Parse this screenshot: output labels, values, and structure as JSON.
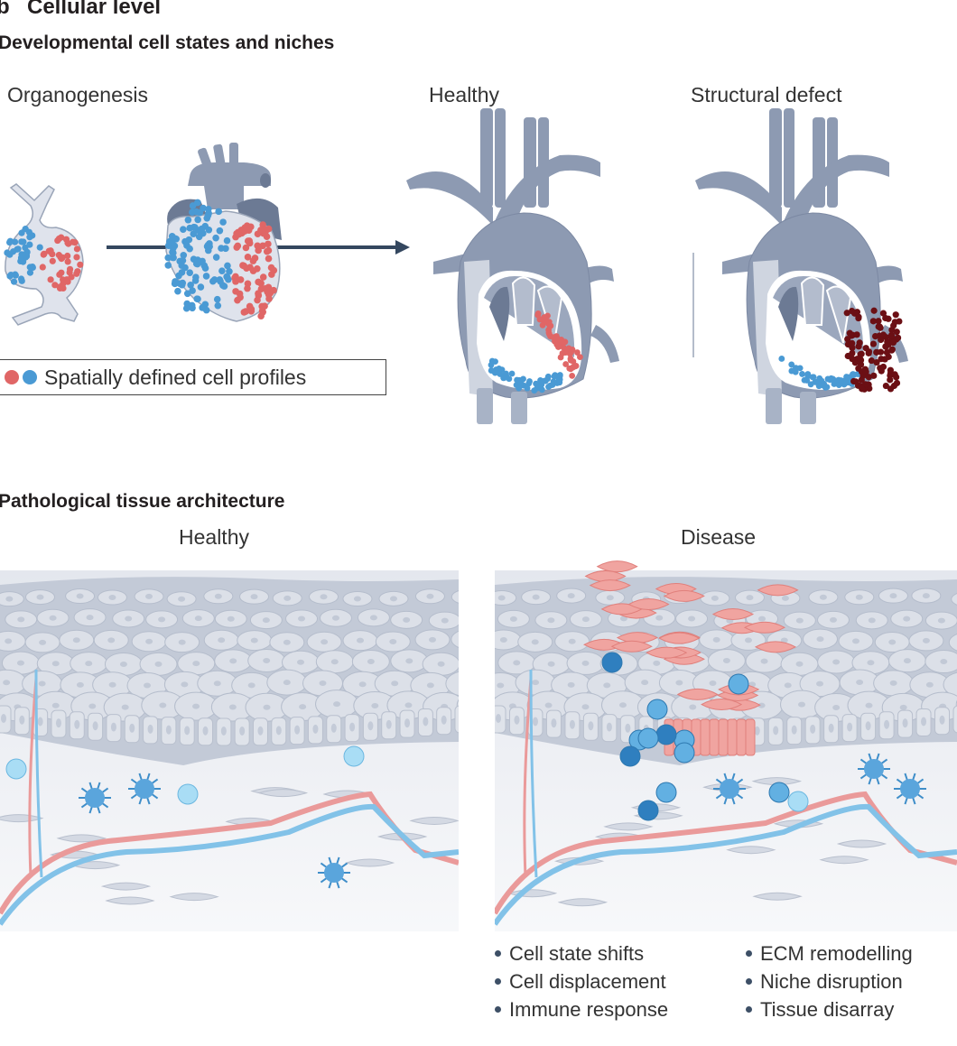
{
  "panel": {
    "letter": "b",
    "title": "Cellular level"
  },
  "section1": {
    "title": "Developmental cell states and niches",
    "stages": {
      "organogenesis": "Organogenesis",
      "healthy": "Healthy",
      "structural_defect": "Structural defect"
    },
    "legend": {
      "label": "Spatially defined cell profiles",
      "colors": [
        "#e06666",
        "#4a9ad4"
      ]
    }
  },
  "section2": {
    "title": "Pathological tissue architecture",
    "healthy_label": "Healthy",
    "disease_label": "Disease",
    "disease_features": {
      "column1": [
        "Cell state shifts",
        "Cell displacement",
        "Immune response"
      ],
      "column2": [
        "ECM remodelling",
        "Niche disruption",
        "Tissue disarray"
      ]
    }
  },
  "colors": {
    "heart_gray": "#8d9ab2",
    "heart_dark": "#6c7a94",
    "red_cell": "#e06666",
    "blue_cell": "#4a9ad4",
    "defect_cell": "#6b0f14",
    "arrow": "#34475f",
    "tissue_bg": "#dde1e8",
    "artery": "#ea9a9a",
    "vein": "#82c2e8",
    "immune_dark": "#2f7fbf",
    "immune_light": "#a9ddf5"
  }
}
